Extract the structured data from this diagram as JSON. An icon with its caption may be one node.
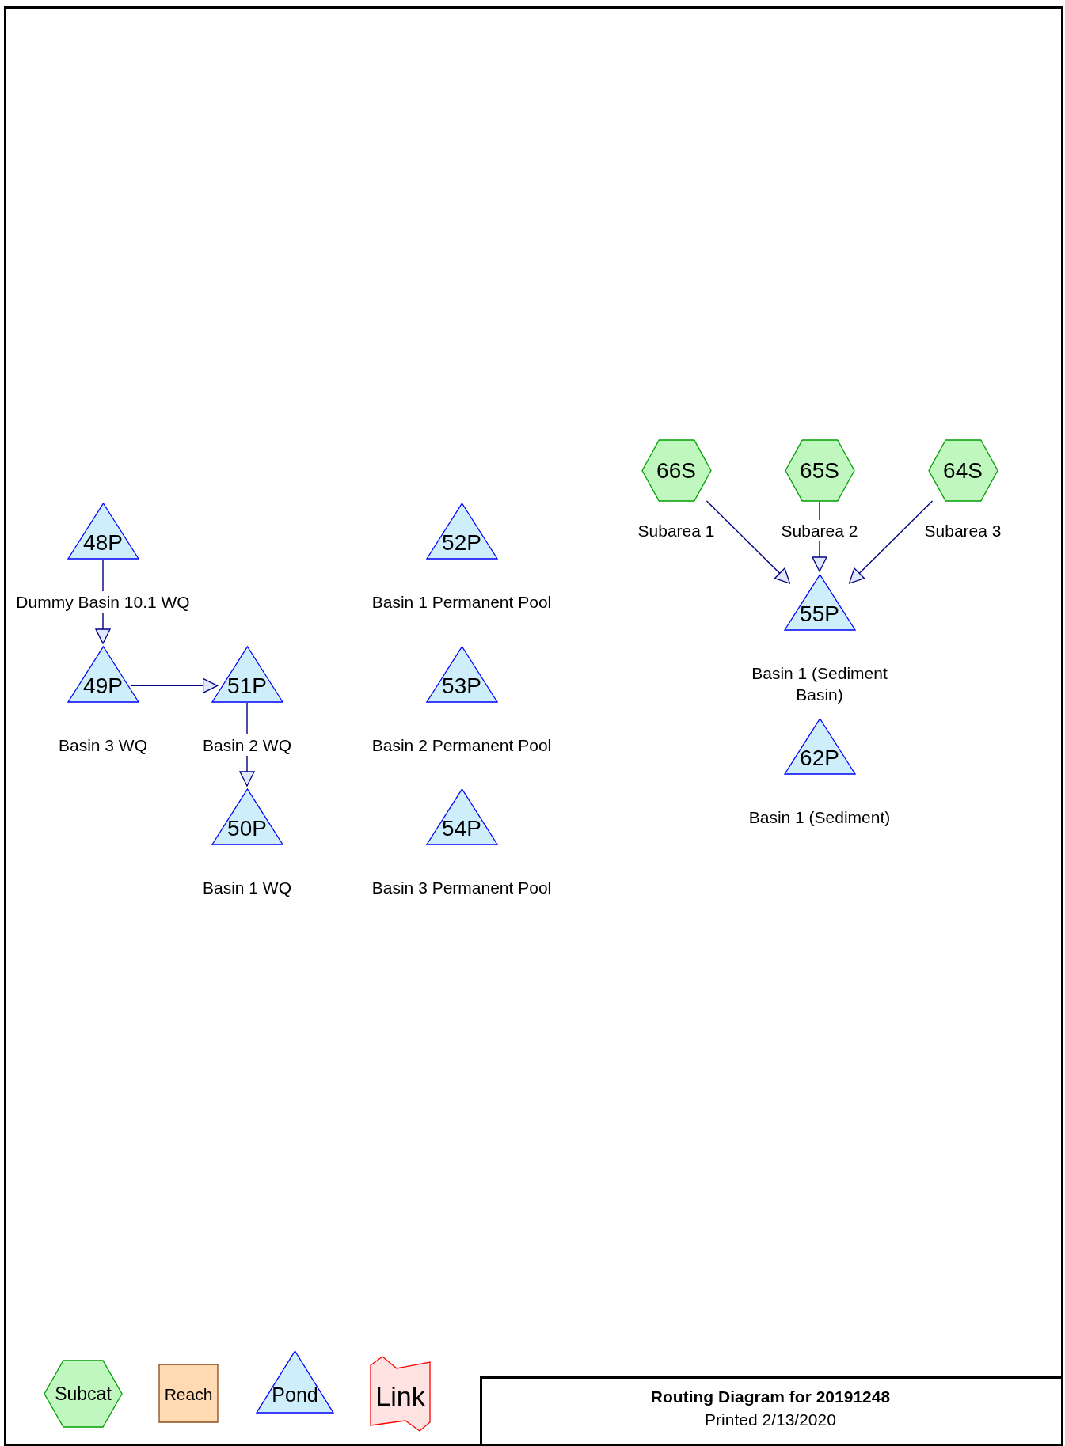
{
  "diagram": {
    "title": "Routing Diagram for 20191248",
    "nodes": [
      {
        "text": [
          "48P",
          "Dummy Basin 10.1 WQ"
        ]
      },
      {
        "text": [
          "49P",
          "Basin 3 WQ"
        ]
      },
      {
        "text": [
          "51P",
          "Basin 2 WQ"
        ]
      },
      {
        "text": [
          "50P",
          "Basin 1 WQ"
        ]
      },
      {
        "text": [
          "52P",
          "Basin 1 Permanent Pool"
        ]
      },
      {
        "text": [
          "53P",
          "Basin 2 Permanent Pool"
        ]
      },
      {
        "text": [
          "54P",
          "Basin 3 Permanent Pool"
        ]
      },
      {
        "text": [
          "66S",
          "Subarea 1"
        ]
      },
      {
        "text": [
          "65S",
          "Subarea 2"
        ]
      },
      {
        "text": [
          "64S",
          "Subarea 3"
        ]
      },
      {
        "text": [
          "55P",
          "Basin 1 (Sediment Basin)"
        ]
      },
      {
        "text": [
          "62P",
          "Basin 1 (Sediment)"
        ]
      }
    ],
    "edges": [
      {
        "from": 0,
        "to": 1,
        "arrow": "to"
      },
      {
        "from": 1,
        "to": 2,
        "arrow": "to"
      },
      {
        "from": 2,
        "to": 3,
        "arrow": "to"
      },
      {
        "from": 7,
        "to": 10,
        "arrow": "to"
      },
      {
        "from": 8,
        "to": 10,
        "arrow": "to"
      },
      {
        "from": 9,
        "to": 10,
        "arrow": "to"
      }
    ],
    "labels": [
      "Printed 2/13/2020"
    ],
    "legend": [
      {
        "text": "Subcat"
      },
      {
        "text": "Reach"
      },
      {
        "text": "Pond"
      },
      {
        "text": "Link"
      }
    ]
  }
}
